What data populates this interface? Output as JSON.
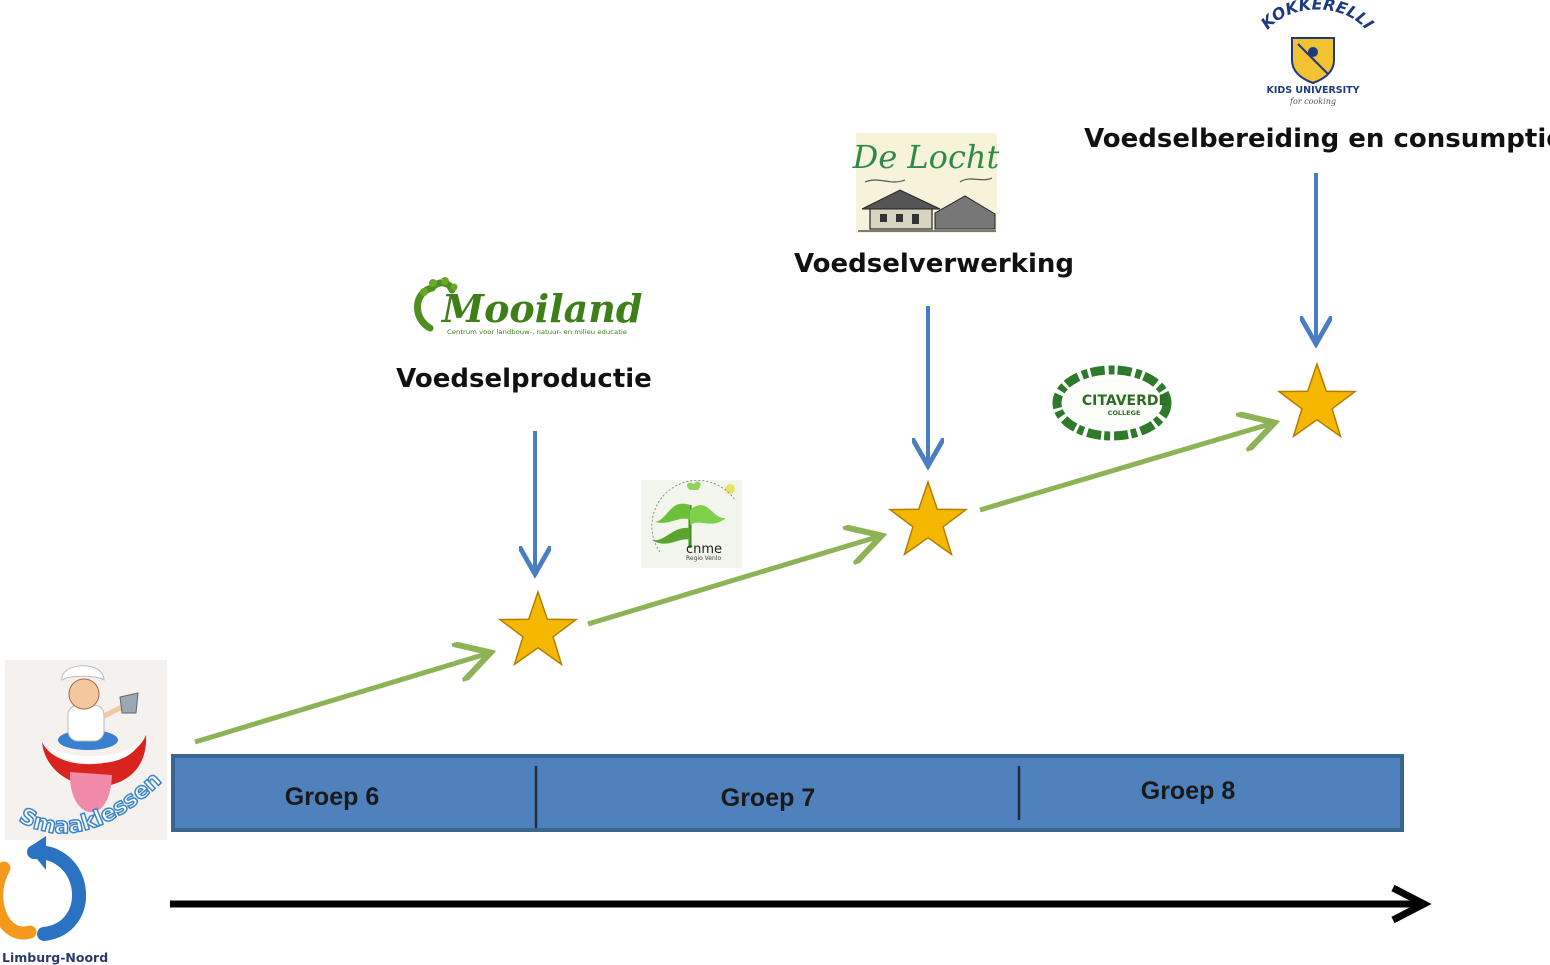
{
  "stages": [
    {
      "label": "Voedselproductie",
      "logo": "Mooiland",
      "logo_sub": "Centrum voor landbouw-, natuur- en milieu educatie"
    },
    {
      "label": "Voedselverwerking",
      "logo": "De Locht"
    },
    {
      "label": "Voedselbereiding en consumptie",
      "logo": "KOKKERELLI",
      "logo_sub": "KIDS UNIVERSITY",
      "logo_sub2": "for cooking"
    }
  ],
  "groups": [
    "Groep 6",
    "Groep 7",
    "Groep 8"
  ],
  "intermediate_logos": [
    {
      "name": "cnme",
      "sub": "Regio Venlo"
    },
    {
      "name": "CITAVERDE",
      "sub": "COLLEGE"
    }
  ],
  "corner_logos": {
    "smaaklessen": "Smaaklessen",
    "limburg": "Limburg-Noord"
  },
  "colors": {
    "bar_fill": "#4f81bd",
    "bar_border": "#3a6591",
    "down_arrow": "#4a7ec2",
    "path_arrow": "#8db356",
    "star_fill": "#f5b800",
    "star_stroke": "#b57d00",
    "timeline": "#000000"
  }
}
